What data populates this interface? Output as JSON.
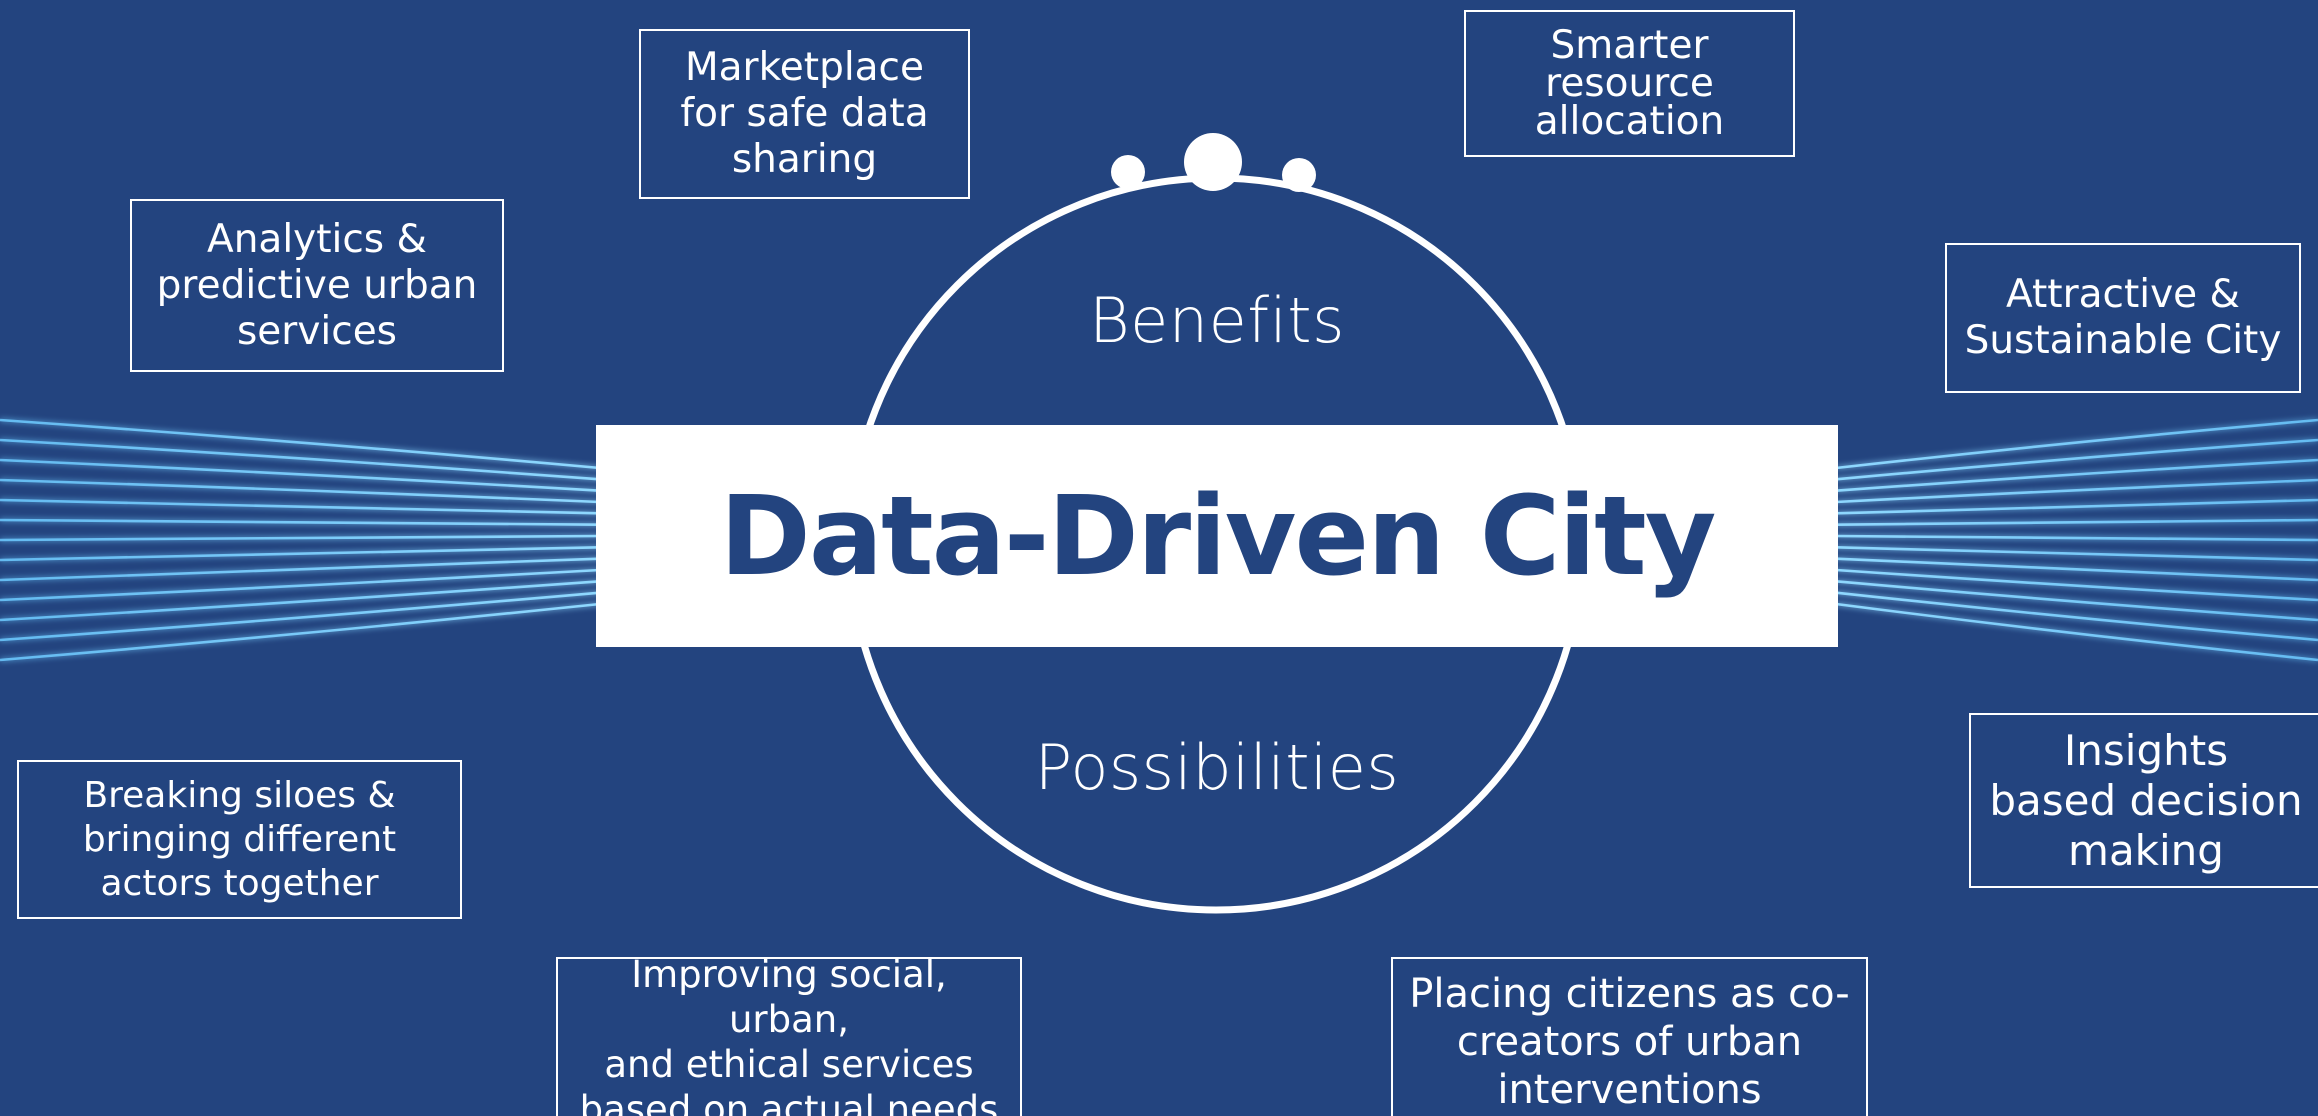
{
  "title": "Data-Driven City",
  "ring": {
    "top_label": "Benefits",
    "bottom_label": "Possibilities"
  },
  "boxes": {
    "marketplace": "Marketplace\nfor safe data\nsharing",
    "smarter": "Smarter\nresource\nallocation",
    "analytics": "Analytics &\npredictive urban\nservices",
    "attractive": "Attractive &\nSustainable City",
    "breaking": "Breaking siloes &\nbringing different\nactors together",
    "insights": "Insights\nbased decision\nmaking",
    "improving": "Improving social, urban,\nand ethical services\nbased on actual needs",
    "placing": "Placing citizens as co-\ncreators of urban\ninterventions"
  },
  "colors": {
    "background": "#23447f",
    "panel": "#ffffff",
    "title_text": "#23447f",
    "beam": "#6cc9ff",
    "beam_glow": "#2f8fff"
  }
}
